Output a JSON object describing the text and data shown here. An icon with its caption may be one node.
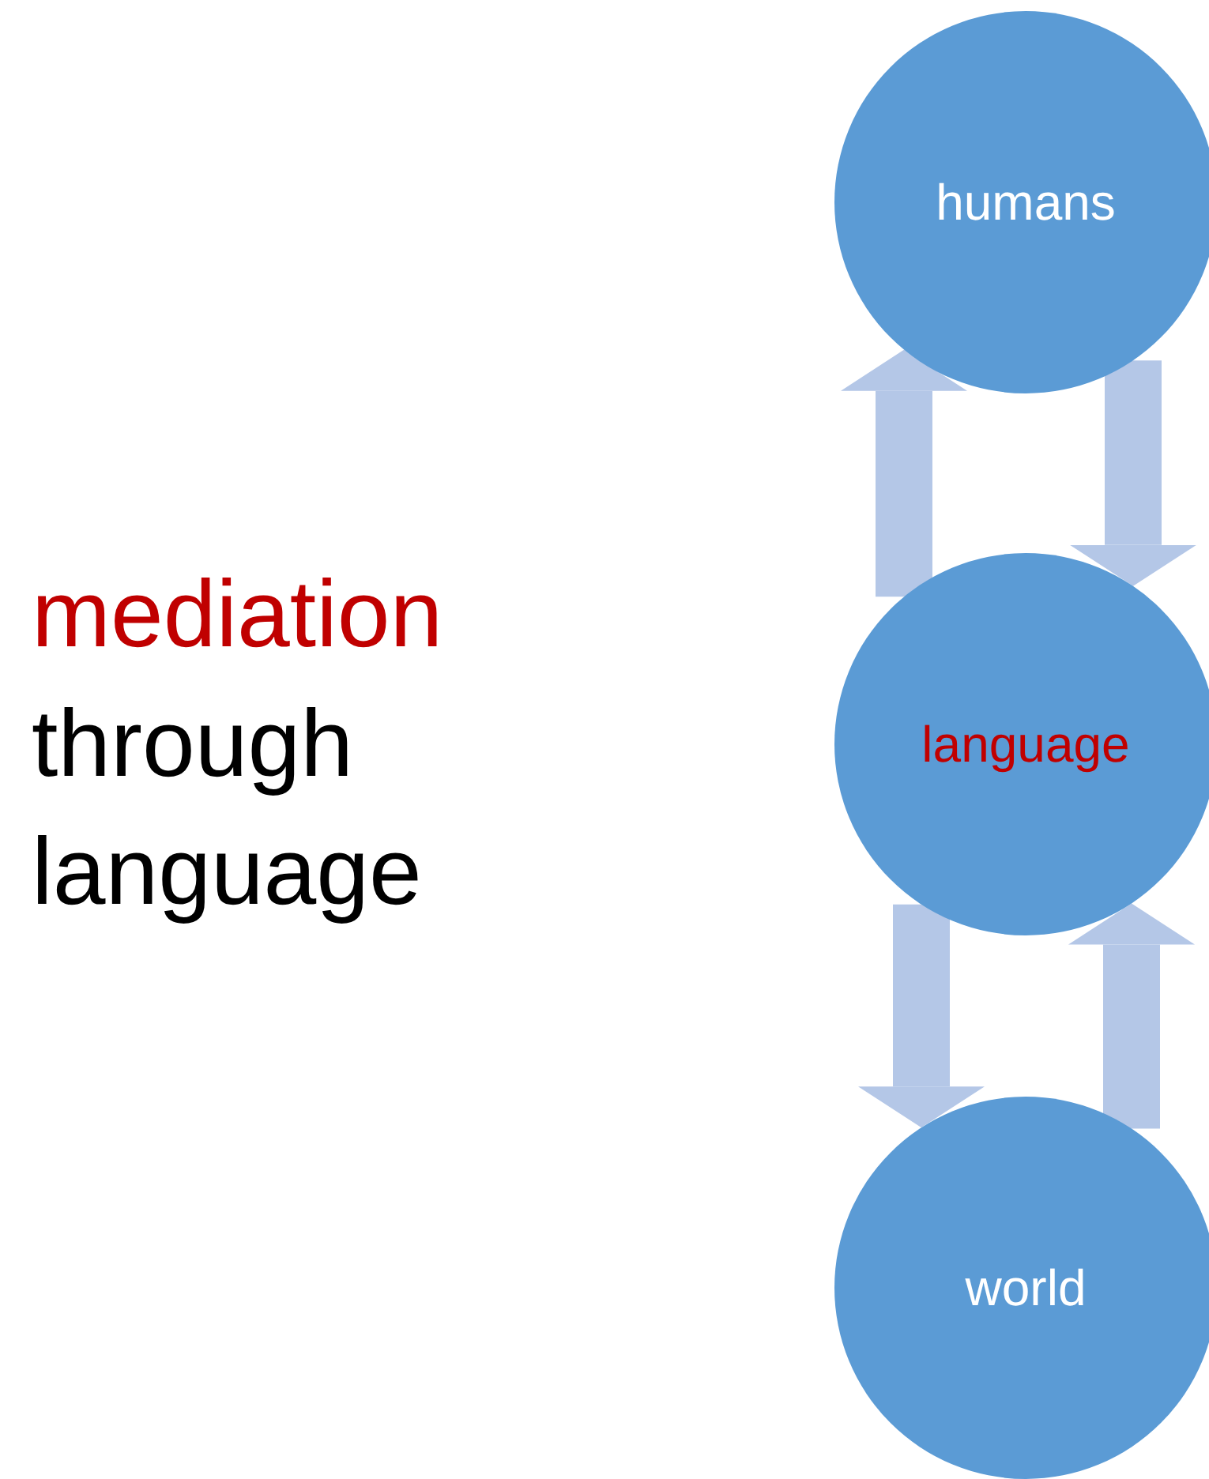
{
  "diagram": {
    "nodes": [
      {
        "text": [
          "humans"
        ]
      },
      {
        "text": [
          "language"
        ]
      },
      {
        "text": [
          "world"
        ]
      }
    ],
    "edges": [
      {
        "from": 0,
        "to": 1,
        "arrow": "to"
      },
      {
        "from": 1,
        "to": 0,
        "arrow": "to"
      },
      {
        "from": 1,
        "to": 2,
        "arrow": "to"
      },
      {
        "from": 2,
        "to": 1,
        "arrow": "to"
      }
    ],
    "labels": [
      "mediation",
      "through language"
    ]
  }
}
